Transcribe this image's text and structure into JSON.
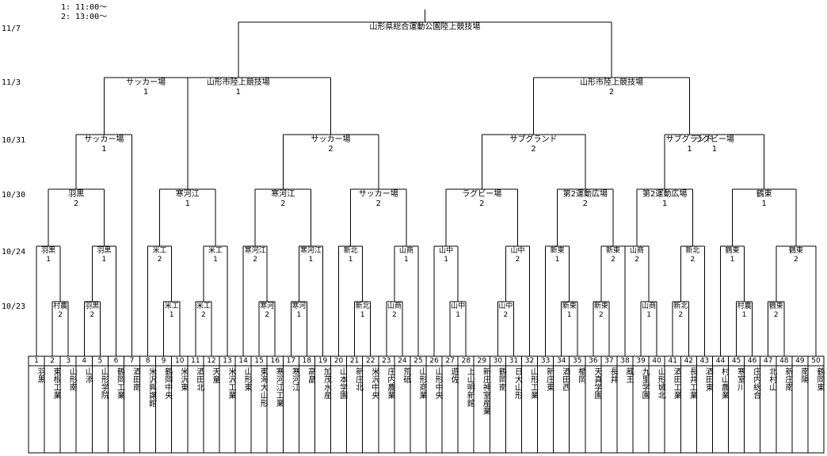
{
  "notes": [
    "1: 11:00～",
    "2: 13:00～"
  ],
  "dates": [
    "11/7",
    "11/3",
    "10/31",
    "10/30",
    "10/24",
    "10/23"
  ],
  "teams": [
    {
      "seed": "1",
      "name": "羽黒"
    },
    {
      "seed": "2",
      "name": "東根工業"
    },
    {
      "seed": "3",
      "name": "山形南"
    },
    {
      "seed": "4",
      "name": "山添"
    },
    {
      "seed": "5",
      "name": "山形学院"
    },
    {
      "seed": "6",
      "name": "鶴岡工業"
    },
    {
      "seed": "7",
      "name": "酒田南"
    },
    {
      "seed": "8",
      "name": "米沢興譲館"
    },
    {
      "seed": "9",
      "name": "鶴岡中央"
    },
    {
      "seed": "10",
      "name": "米沢東"
    },
    {
      "seed": "11",
      "name": "酒田北"
    },
    {
      "seed": "12",
      "name": "天童"
    },
    {
      "seed": "13",
      "name": "米沢工業"
    },
    {
      "seed": "14",
      "name": "山形東"
    },
    {
      "seed": "15",
      "name": "東海大山形"
    },
    {
      "seed": "16",
      "name": "寒河江工業"
    },
    {
      "seed": "17",
      "name": "寒河江"
    },
    {
      "seed": "18",
      "name": "高畠"
    },
    {
      "seed": "19",
      "name": "加茂水産"
    },
    {
      "seed": "20",
      "name": "山本学園"
    },
    {
      "seed": "21",
      "name": "新庄北"
    },
    {
      "seed": "22",
      "name": "米沢中央"
    },
    {
      "seed": "23",
      "name": "庄内農業"
    },
    {
      "seed": "24",
      "name": "荒砥"
    },
    {
      "seed": "25",
      "name": "山形商業"
    },
    {
      "seed": "26",
      "name": "山形中央"
    },
    {
      "seed": "27",
      "name": "遊佐"
    },
    {
      "seed": "28",
      "name": "上山明新館"
    },
    {
      "seed": "29",
      "name": "新庄神室産業"
    },
    {
      "seed": "30",
      "name": "鶴岡南"
    },
    {
      "seed": "31",
      "name": "日大山形"
    },
    {
      "seed": "32",
      "name": "山形工業"
    },
    {
      "seed": "33",
      "name": "新庄東"
    },
    {
      "seed": "34",
      "name": "酒田西"
    },
    {
      "seed": "35",
      "name": "楯岡"
    },
    {
      "seed": "36",
      "name": "天真学園"
    },
    {
      "seed": "37",
      "name": "長井"
    },
    {
      "seed": "38",
      "name": "蔵王"
    },
    {
      "seed": "39",
      "name": "九里学園"
    },
    {
      "seed": "40",
      "name": "山形城北"
    },
    {
      "seed": "41",
      "name": "酒田工業"
    },
    {
      "seed": "42",
      "name": "長井工業"
    },
    {
      "seed": "43",
      "name": "酒田東"
    },
    {
      "seed": "44",
      "name": "村山農業"
    },
    {
      "seed": "45",
      "name": "寒室川"
    },
    {
      "seed": "46",
      "name": "庄内総合"
    },
    {
      "seed": "47",
      "name": "北村山"
    },
    {
      "seed": "48",
      "name": "新庄南"
    },
    {
      "seed": "49",
      "name": "南陽"
    },
    {
      "seed": "50",
      "name": "鶴岡東"
    }
  ],
  "games": [
    {
      "venue": "村農",
      "slot": "2"
    },
    {
      "venue": "羽黒",
      "slot": "1"
    },
    {
      "venue": "羽黒",
      "slot": "2"
    },
    {
      "venue": "羽黒",
      "slot": "1"
    },
    {
      "venue": "羽黒",
      "slot": "2"
    },
    {
      "venue": "サッカー場",
      "slot": "1"
    },
    {
      "venue": "米工",
      "slot": "1"
    },
    {
      "venue": "米工",
      "slot": "2"
    },
    {
      "venue": "米工",
      "slot": "2"
    },
    {
      "venue": "米工",
      "slot": "1"
    },
    {
      "venue": "寒河江",
      "slot": "1"
    },
    {
      "venue": "サッカー場",
      "slot": "1"
    },
    {
      "venue": "寒河",
      "slot": "2"
    },
    {
      "venue": "寒河江",
      "slot": "2"
    },
    {
      "venue": "寒河",
      "slot": "1"
    },
    {
      "venue": "寒河江",
      "slot": "1"
    },
    {
      "venue": "寒河江",
      "slot": "2"
    },
    {
      "venue": "新北",
      "slot": "1"
    },
    {
      "venue": "新北",
      "slot": "1"
    },
    {
      "venue": "山商",
      "slot": "2"
    },
    {
      "venue": "山商",
      "slot": "1"
    },
    {
      "venue": "サッカー場",
      "slot": "2"
    },
    {
      "venue": "サッカー場",
      "slot": "2"
    },
    {
      "venue": "山形市陸上競技場",
      "slot": "1"
    },
    {
      "venue": "山中",
      "slot": "1"
    },
    {
      "venue": "山中",
      "slot": "1"
    },
    {
      "venue": "山中",
      "slot": "2"
    },
    {
      "venue": "山中",
      "slot": "2"
    },
    {
      "venue": "ラグビー場",
      "slot": "2"
    },
    {
      "venue": "新東",
      "slot": "1"
    },
    {
      "venue": "新東",
      "slot": "1"
    },
    {
      "venue": "新東",
      "slot": "2"
    },
    {
      "venue": "新東",
      "slot": "2"
    },
    {
      "venue": "第2運動広場",
      "slot": "2"
    },
    {
      "venue": "サブグランド",
      "slot": "2"
    },
    {
      "venue": "山商",
      "slot": "1"
    },
    {
      "venue": "山商",
      "slot": "2"
    },
    {
      "venue": "新北",
      "slot": "2"
    },
    {
      "venue": "新北",
      "slot": "2"
    },
    {
      "venue": "第2運動広場",
      "slot": "1"
    },
    {
      "venue": "村農",
      "slot": "1"
    },
    {
      "venue": "鶴東",
      "slot": "1"
    },
    {
      "venue": "鶴東",
      "slot": "2"
    },
    {
      "venue": "鶴東",
      "slot": "2"
    },
    {
      "venue": "鶴東",
      "slot": "1"
    },
    {
      "venue": "ラグビー場",
      "slot": "1"
    },
    {
      "venue": "サブグランド",
      "slot": "1"
    },
    {
      "venue": "山形市陸上競技場",
      "slot": "2"
    },
    {
      "venue": "山形県総合運動公園陸上競技場",
      "slot": ""
    }
  ]
}
